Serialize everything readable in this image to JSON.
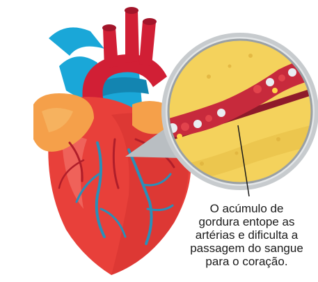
{
  "annotation": {
    "lines": [
      "O acúmulo de",
      "gordura entope as",
      "artérias e dificulta a",
      "passagem do sangue",
      "para o coração."
    ]
  },
  "colors": {
    "heart": "#e8403a",
    "heart_dark": "#c42b2a",
    "aorta": "#d11f35",
    "vena_cava": "#1aa7d8",
    "fat": "#f5a04a",
    "vein": "#2a8fb8",
    "artery_wall": "#8e1a2a",
    "plaque": "#f4d25c",
    "lens_ring": "#b9bec2"
  }
}
